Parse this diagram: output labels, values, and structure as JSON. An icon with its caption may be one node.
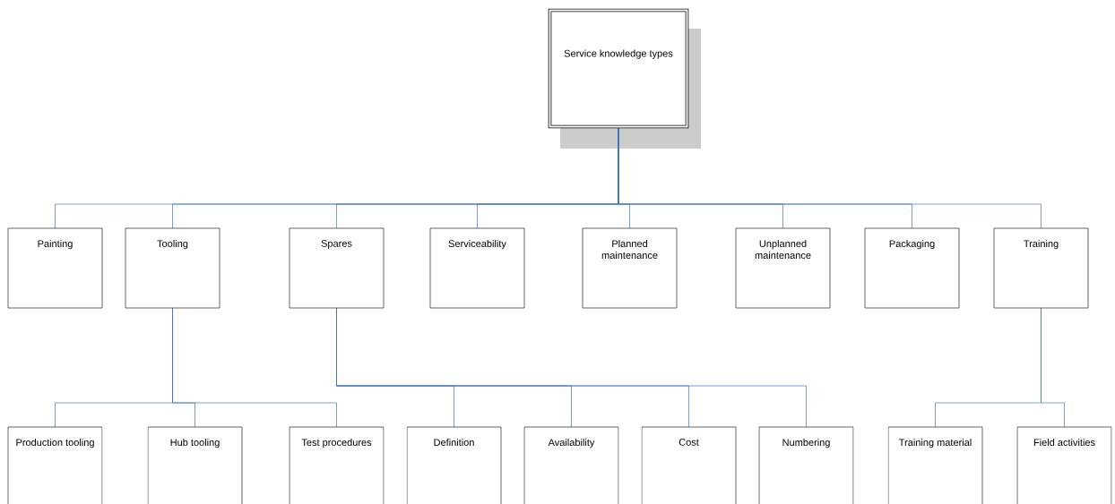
{
  "diagram": {
    "nodes": [
      {
        "text": [
          "Service knowledge types"
        ]
      },
      {
        "text": [
          "Painting"
        ]
      },
      {
        "text": [
          "Tooling"
        ]
      },
      {
        "text": [
          "Spares"
        ]
      },
      {
        "text": [
          "Serviceability"
        ]
      },
      {
        "text": [
          "Planned maintenance"
        ]
      },
      {
        "text": [
          "Unplanned maintenance"
        ]
      },
      {
        "text": [
          "Packaging"
        ]
      },
      {
        "text": [
          "Training"
        ]
      },
      {
        "text": [
          "Production tooling"
        ]
      },
      {
        "text": [
          "Hub tooling"
        ]
      },
      {
        "text": [
          "Test procedures"
        ]
      },
      {
        "text": [
          "Definition"
        ]
      },
      {
        "text": [
          "Availability"
        ]
      },
      {
        "text": [
          "Cost"
        ]
      },
      {
        "text": [
          "Numbering"
        ]
      },
      {
        "text": [
          "Training material"
        ]
      },
      {
        "text": [
          "Field activities"
        ]
      }
    ],
    "edges": [
      {
        "from": 0,
        "to": 1,
        "arrow": "none"
      },
      {
        "from": 0,
        "to": 2,
        "arrow": "none"
      },
      {
        "from": 0,
        "to": 3,
        "arrow": "none"
      },
      {
        "from": 0,
        "to": 4,
        "arrow": "none"
      },
      {
        "from": 0,
        "to": 5,
        "arrow": "none"
      },
      {
        "from": 0,
        "to": 6,
        "arrow": "none"
      },
      {
        "from": 0,
        "to": 7,
        "arrow": "none"
      },
      {
        "from": 0,
        "to": 8,
        "arrow": "none"
      },
      {
        "from": 2,
        "to": 9,
        "arrow": "none"
      },
      {
        "from": 2,
        "to": 10,
        "arrow": "none"
      },
      {
        "from": 2,
        "to": 11,
        "arrow": "none"
      },
      {
        "from": 3,
        "to": 12,
        "arrow": "none"
      },
      {
        "from": 3,
        "to": 13,
        "arrow": "none"
      },
      {
        "from": 3,
        "to": 14,
        "arrow": "none"
      },
      {
        "from": 3,
        "to": 15,
        "arrow": "none"
      },
      {
        "from": 8,
        "to": 16,
        "arrow": "none"
      },
      {
        "from": 8,
        "to": 17,
        "arrow": "none"
      }
    ]
  }
}
